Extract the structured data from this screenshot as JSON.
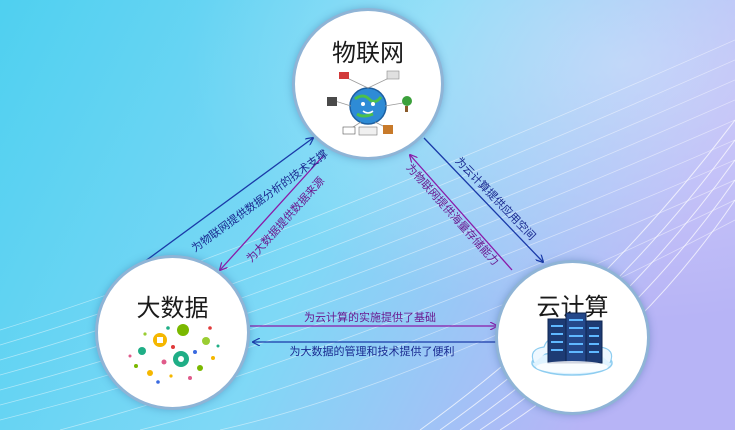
{
  "nodes": {
    "iot": {
      "title": "物联网"
    },
    "bigdata": {
      "title": "大数据"
    },
    "cloud": {
      "title": "云计算"
    }
  },
  "edges": {
    "bigdata_to_iot": "为物联网提供数据分析的技术支撑",
    "iot_to_bigdata": "为大数据提供数据来源",
    "iot_to_cloud": "为云计算提供应用空间",
    "cloud_to_iot": "为物联网提供海量存储能力",
    "bigdata_to_cloud": "为云计算的实施提供了基础",
    "cloud_to_bigdata": "为大数据的管理和技术提供了便利"
  },
  "colors": {
    "blue_arrow": "#1a3aa8",
    "purple_arrow": "#8a1aa8",
    "node_border": "#8fb4d6"
  }
}
